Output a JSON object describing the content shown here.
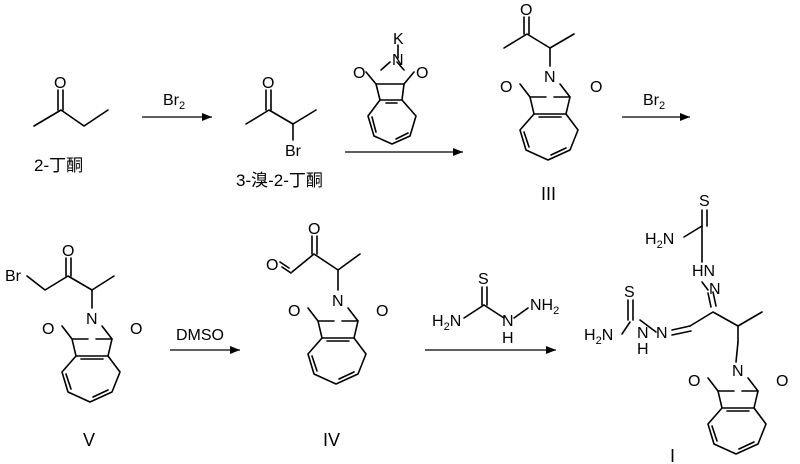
{
  "scheme": {
    "compounds": {
      "butanone": {
        "name": "2-丁酮"
      },
      "bromobutanone": {
        "name": "3-溴-2-丁酮"
      },
      "compound_III": {
        "label": "III"
      },
      "compound_V": {
        "label": "V"
      },
      "compound_IV": {
        "label": "IV"
      },
      "compound_I": {
        "label": "I"
      }
    },
    "atoms": {
      "O": "O",
      "N": "N",
      "K": "K",
      "Br": "Br",
      "S": "S",
      "NH": "N",
      "H": "H",
      "H2N": "H2N",
      "NH2": "NH2"
    },
    "reagents": {
      "step1": "Br2",
      "step2": "potassium phthalimide",
      "step3": "Br2",
      "step4": "DMSO",
      "step5": "thiosemicarbazide"
    }
  }
}
